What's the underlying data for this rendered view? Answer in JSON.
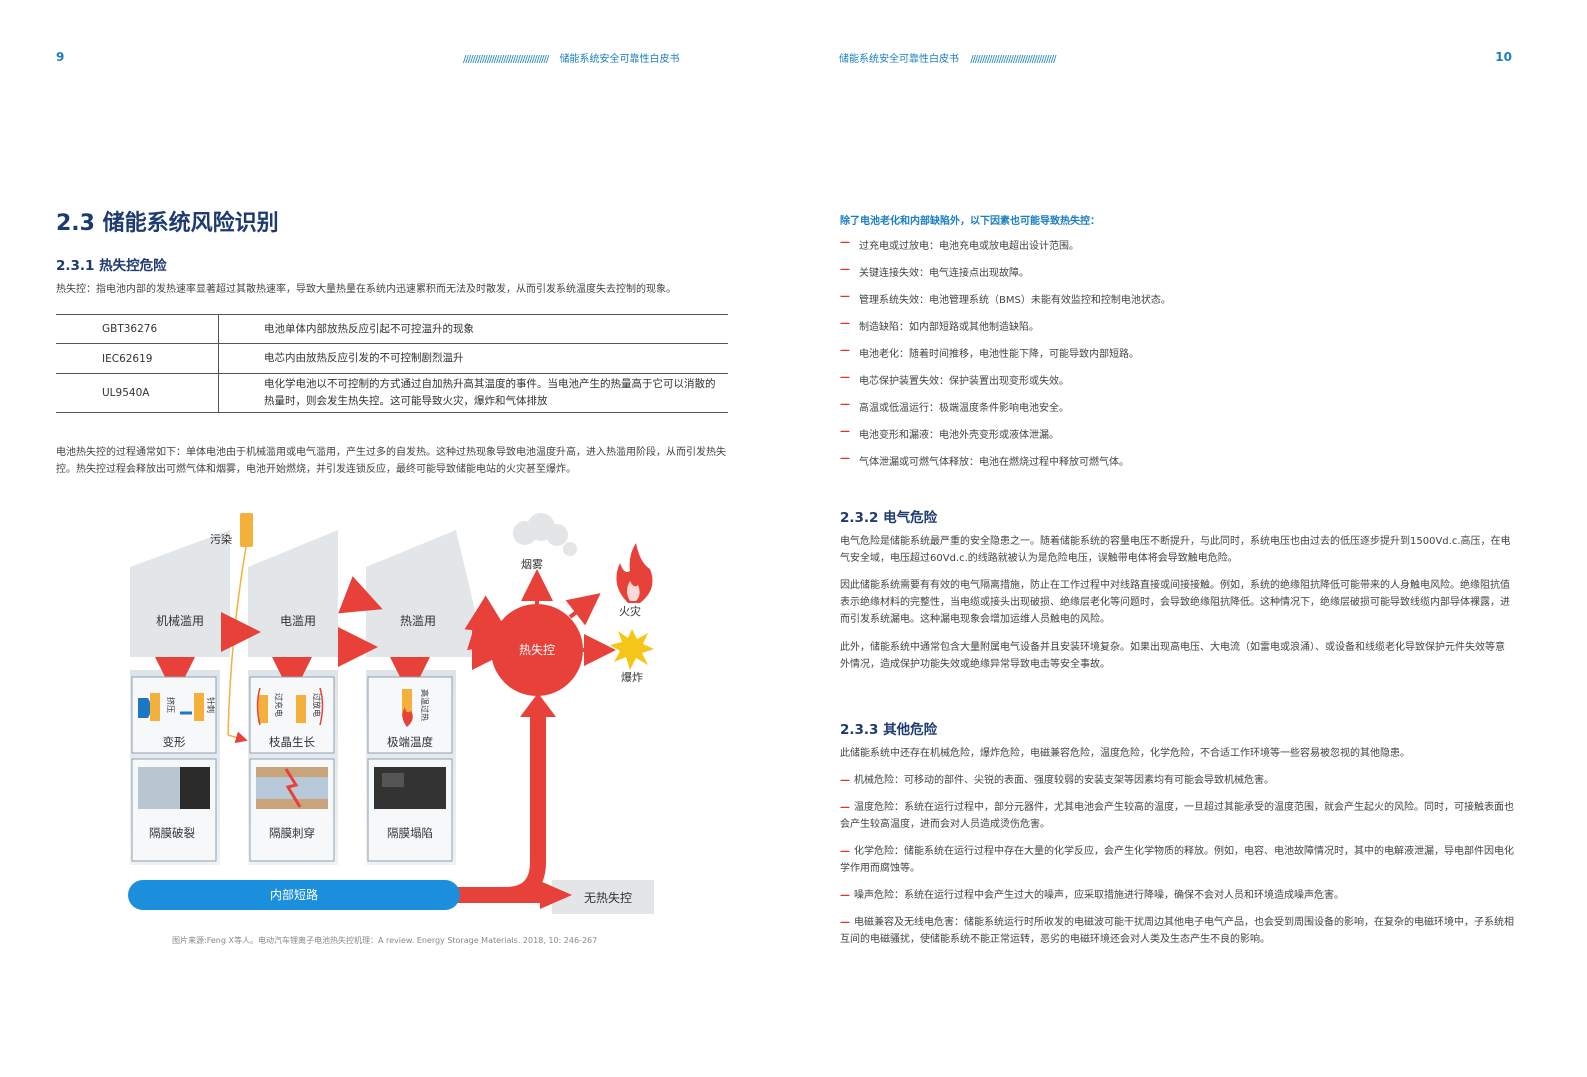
{
  "left_page": {
    "page_number": "9",
    "running_title": "储能系统安全可靠性白皮书",
    "slashes": "////////////////////////////////////",
    "section_title": "2.3 储能系统风险识别",
    "sub1_title": "2.3.1 热失控危险",
    "definition": "热失控：指电池内部的发热速率显著超过其散热速率，导致大量热量在系统内迅速累积而无法及时散发，从而引发系统温度失去控制的现象。",
    "standards": [
      {
        "code": "GBT36276",
        "desc": "电池单体内部放热反应引起不可控温升的现象"
      },
      {
        "code": "IEC62619",
        "desc": "电芯内由放热反应引发的不可控制剧烈温升"
      },
      {
        "code": "UL9540A",
        "desc": "电化学电池以不可控制的方式通过自加热升高其温度的事件。当电池产生的热量高于它可以消散的热量时，则会发生热失控。这可能导致火灾，爆炸和气体排放"
      }
    ],
    "process": "电池热失控的过程通常如下：单体电池由于机械滥用或电气滥用，产生过多的自发热。这种过热现象导致电池温度升高，进入热滥用阶段，从而引发热失控。热失控过程会释放出可燃气体和烟雾，电池开始燃烧，并引发连锁反应，最终可能导致储能电站的火灾甚至爆炸。",
    "figure": {
      "pollution": "污染",
      "abuse": [
        "机械滥用",
        "电滥用",
        "热滥用"
      ],
      "mini": [
        "挤压",
        "针刺",
        "过充电",
        "过放电",
        "高温过热"
      ],
      "mech": [
        "变形",
        "枝晶生长",
        "极端温度"
      ],
      "sep": [
        "隔膜破裂",
        "隔膜刺穿",
        "隔膜塌陷"
      ],
      "internal": "内部短路",
      "runaway": "热失控",
      "smoke": "烟雾",
      "fire": "火灾",
      "explosion": "爆炸",
      "no_runaway": "无热失控"
    },
    "caption": "图片来源:Feng X等人。电动汽车锂离子电池热失控机理：A review. Energy Storage Materials. 2018, 10: 246-267"
  },
  "right_page": {
    "page_number": "10",
    "running_title": "储能系统安全可靠性白皮书",
    "slashes": "////////////////////////////////////",
    "intro": "除了电池老化和内部缺陷外，以下因素也可能导致热失控：",
    "factors": [
      "过充电或过放电：电池充电或放电超出设计范围。",
      "关键连接失效：电气连接点出现故障。",
      "管理系统失效：电池管理系统（BMS）未能有效监控和控制电池状态。",
      "制造缺陷：如内部短路或其他制造缺陷。",
      "电池老化：随着时间推移，电池性能下降，可能导致内部短路。",
      "电芯保护装置失效：保护装置出现变形或失效。",
      "高温或低温运行：极端温度条件影响电池安全。",
      "电池变形和漏液：电池外壳变形或液体泄漏。",
      "气体泄漏或可燃气体释放：电池在燃烧过程中释放可燃气体。"
    ],
    "sub2_title": "2.3.2 电气危险",
    "elec_paras": [
      "电气危险是储能系统最严重的安全隐患之一。随着储能系统的容量电压不断提升，与此同时，系统电压也由过去的低压逐步提升到1500Vd.c.高压，在电气安全域，电压超过60Vd.c.的线路就被认为是危险电压，误触带电体将会导致触电危险。",
      "因此储能系统需要有有效的电气隔离措施，防止在工作过程中对线路直接或间接接触。例如，系统的绝缘阻抗降低可能带来的人身触电风险。绝缘阻抗值表示绝缘材料的完整性，当电缆或接头出现破损、绝缘层老化等问题时，会导致绝缘阻抗降低。这种情况下，绝缘层破损可能导致线缆内部导体裸露，进而引发系统漏电。这种漏电现象会增加运维人员触电的风险。",
      "此外，储能系统中通常包含大量附属电气设备并且安装环境复杂。如果出现高电压、大电流（如雷电或浪涌）、或设备和线缆老化导致保护元件失效等意外情况，造成保护功能失效或绝缘异常导致电击等安全事故。"
    ],
    "sub3_title": "2.3.3 其他危险",
    "other_intro": "此储能系统中还存在机械危险，爆炸危险，电磁兼容危险，温度危险，化学危险，不合适工作环境等一些容易被忽视的其他隐患。",
    "others": [
      "机械危险：可移动的部件、尖锐的表面、强度较弱的安装支架等因素均有可能会导致机械危害。",
      "温度危险：系统在运行过程中，部分元器件，尤其电池会产生较高的温度，一旦超过其能承受的温度范围，就会产生起火的风险。同时，可接触表面也会产生较高温度，进而会对人员造成烫伤危害。",
      "化学危险：储能系统在运行过程中存在大量的化学反应，会产生化学物质的释放。例如，电容、电池故障情况时，其中的电解液泄漏，导电部件因电化学作用而腐蚀等。",
      "噪声危险：系统在运行过程中会产生过大的噪声，应采取措施进行降噪，确保不会对人员和环境造成噪声危害。",
      "电磁兼容及无线电危害：储能系统运行时所收发的电磁波可能干扰周边其他电子电气产品，也会受到周围设备的影响，在复杂的电磁环境中，子系统相互间的电磁骚扰，使储能系统不能正常运转，恶劣的电磁环境还会对人类及生态产生不良的影响。"
    ],
    "dash": "—"
  }
}
